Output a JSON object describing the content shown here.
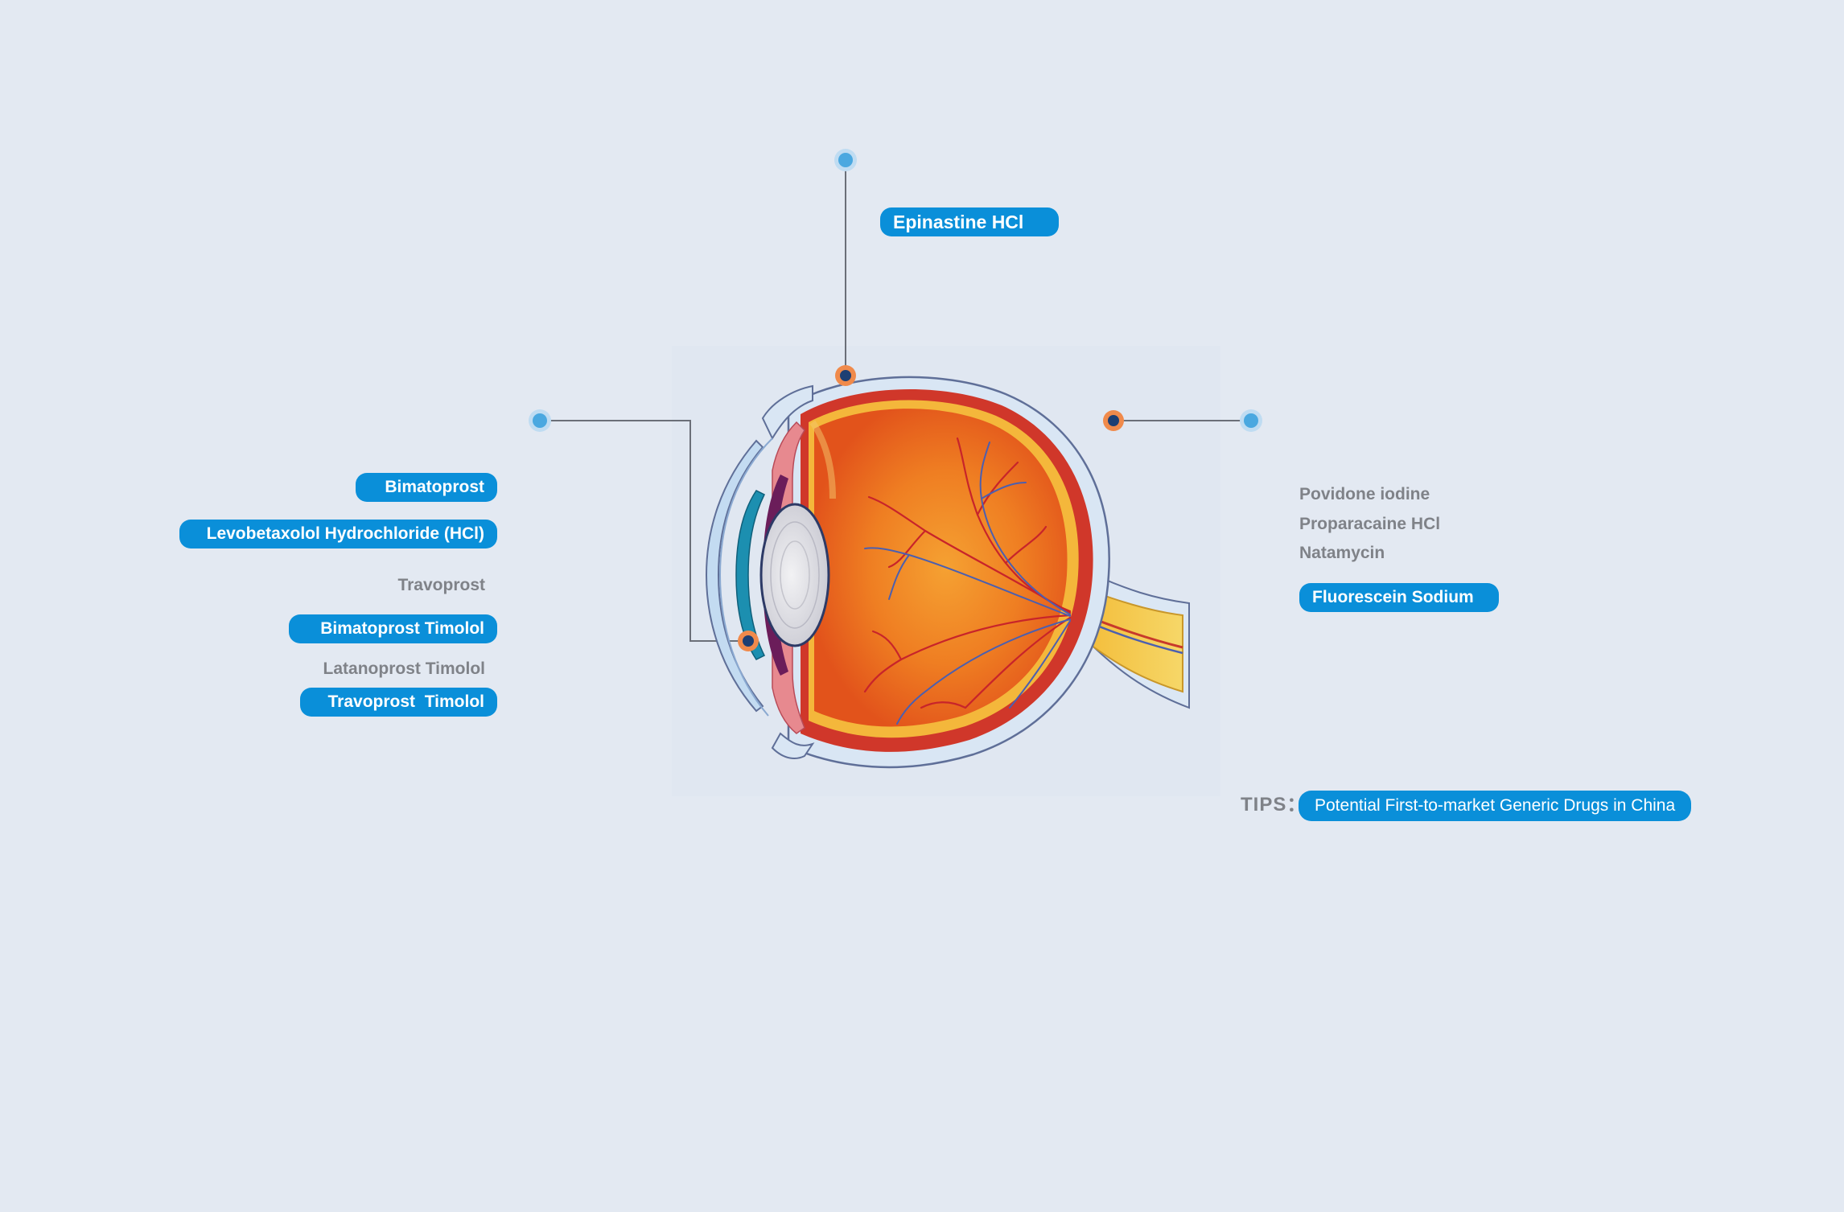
{
  "top": {
    "label": "Epinastine HCl"
  },
  "left": {
    "items": [
      {
        "label": "Bimatoprost",
        "highlight": true
      },
      {
        "label": "Levobetaxolol Hydrochloride (HCl)",
        "highlight": true
      },
      {
        "label": "Travoprost",
        "highlight": false
      },
      {
        "label": "Bimatoprost Timolol",
        "highlight": true
      },
      {
        "label": "Latanoprost Timolol",
        "highlight": false
      },
      {
        "label": "Travoprost  Timolol",
        "highlight": true
      }
    ]
  },
  "right": {
    "items": [
      {
        "label": "Povidone iodine",
        "highlight": false
      },
      {
        "label": "Proparacaine HCl",
        "highlight": false
      },
      {
        "label": "Natamycin",
        "highlight": false
      },
      {
        "label": "Fluorescein Sodium",
        "highlight": true
      }
    ]
  },
  "tips": {
    "label": "TIPS：",
    "text": "Potential First-to-market Generic Drugs in China"
  },
  "colors": {
    "background": "#e3e9f2",
    "highlight": "#0a8fd9",
    "plain_text": "#7f8288",
    "marker_blue": "#4aa8e0",
    "marker_orange": "#f08a4b",
    "marker_core": "#1d3f73",
    "connector": "#6b6f78"
  }
}
